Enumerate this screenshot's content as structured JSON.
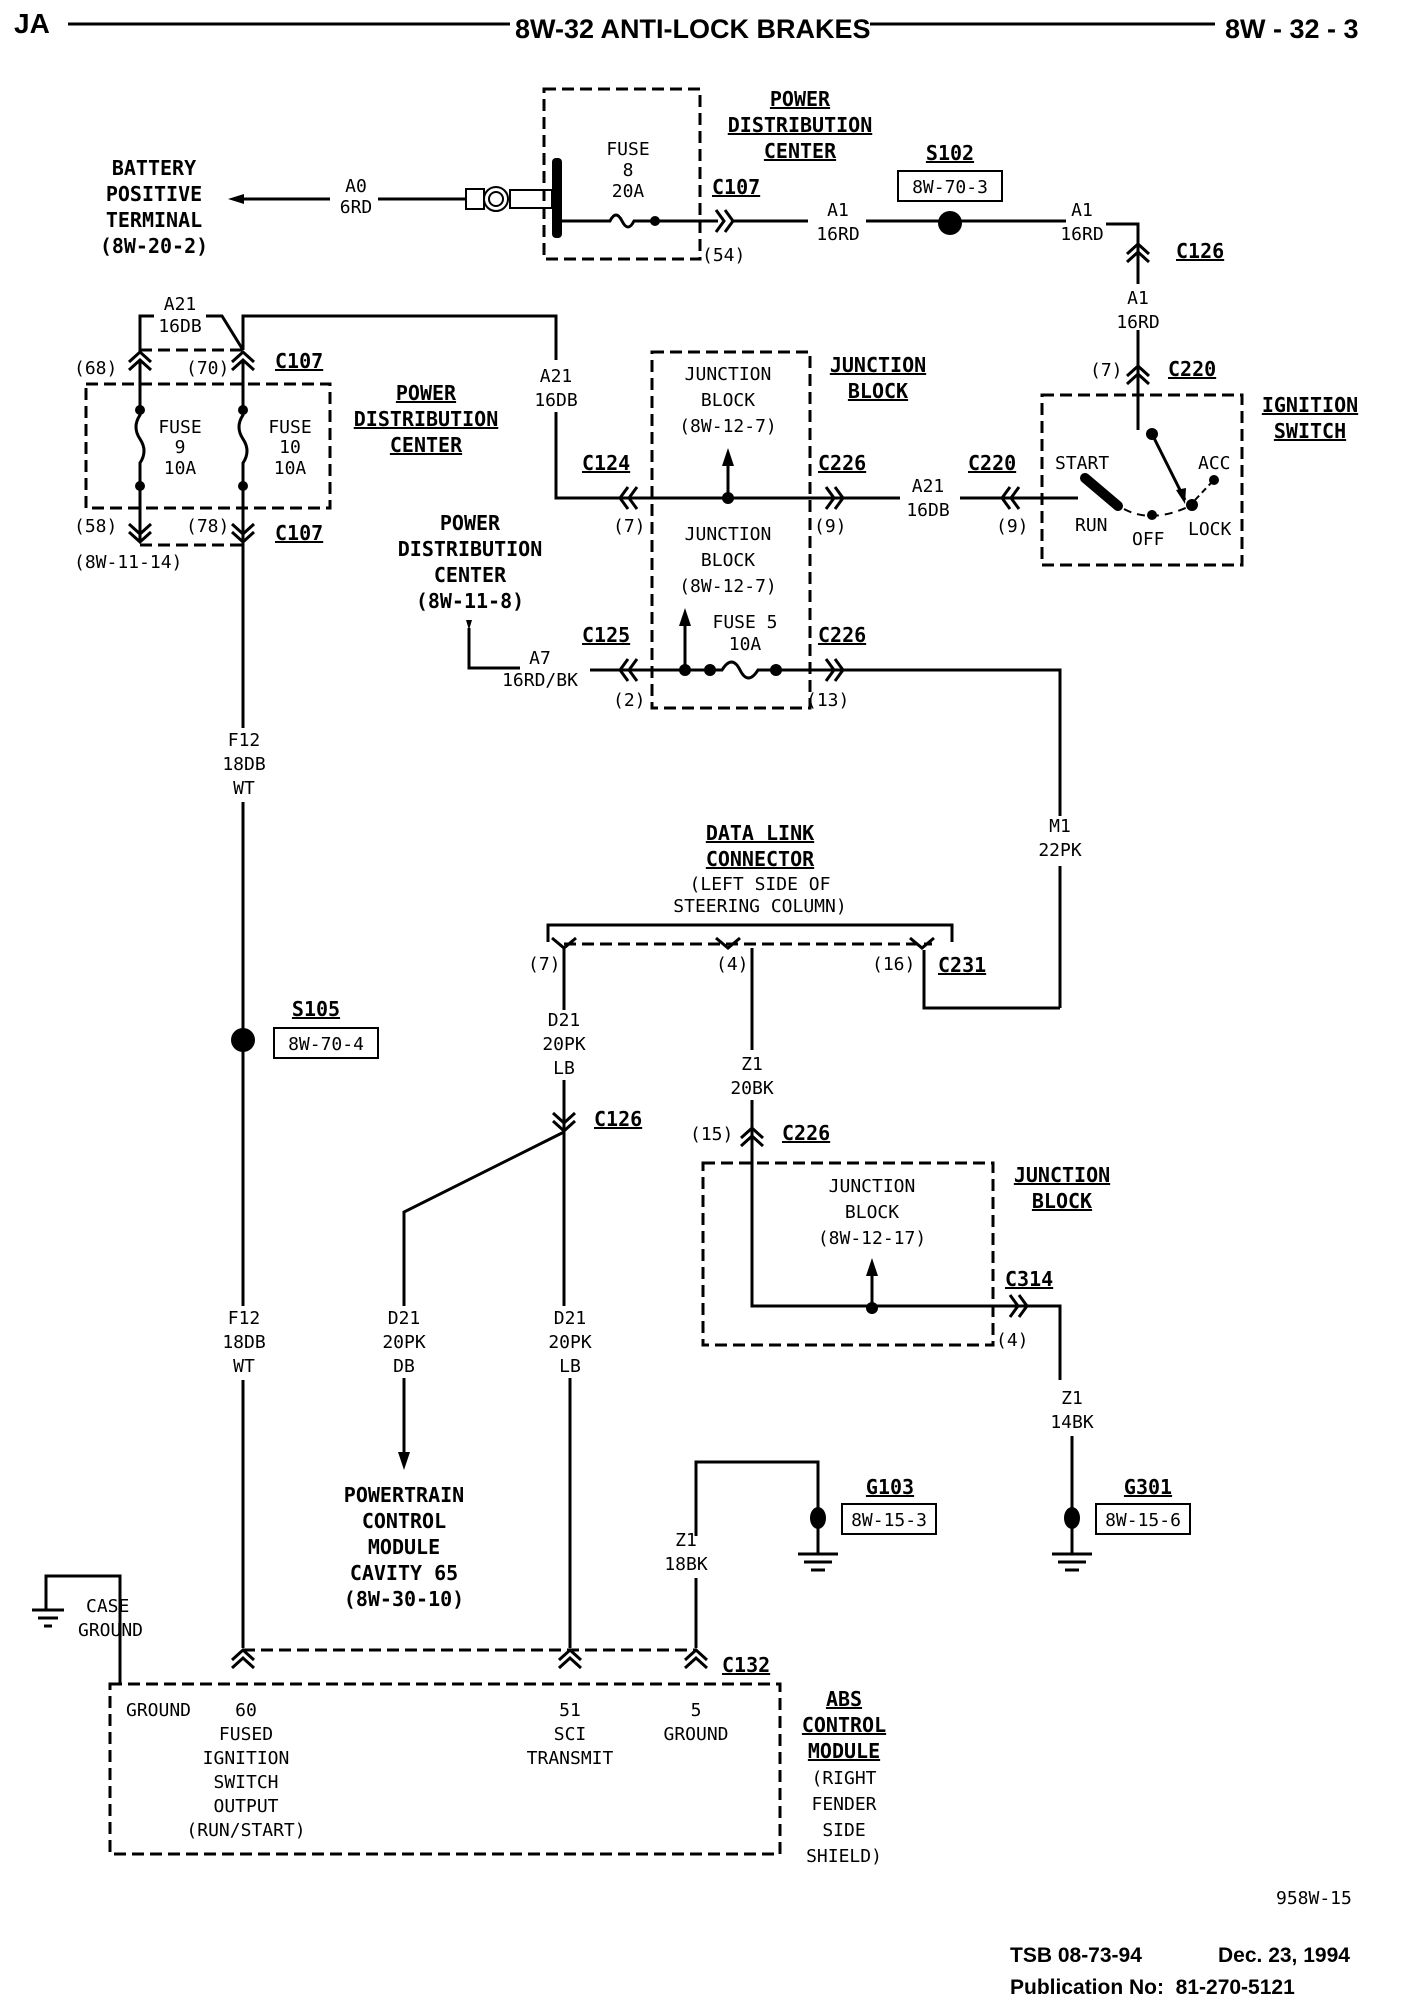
{
  "header": {
    "left": "JA",
    "title": "8W-32 ANTI-LOCK BRAKES",
    "page": "8W - 32 - 3"
  },
  "battery": {
    "lines": [
      "BATTERY",
      "POSITIVE",
      "TERMINAL",
      "(8W-20-2)"
    ],
    "wire": [
      "A0",
      "6RD"
    ]
  },
  "pdc_top": {
    "lines": [
      "POWER",
      "DISTRIBUTION",
      "CENTER"
    ],
    "fuse": [
      "FUSE",
      "8",
      "20A"
    ],
    "connector": "C107",
    "cavity": "(54)"
  },
  "wire_a1_1": [
    "A1",
    "16RD"
  ],
  "splice_s102": {
    "id": "S102",
    "ref": "8W-70-3"
  },
  "wire_a1_2": [
    "A1",
    "16RD"
  ],
  "c126_top": "C126",
  "wire_a1_3": [
    "A1",
    "16RD"
  ],
  "ignition": {
    "cavity": "(7)",
    "connector": "C220",
    "title": [
      "IGNITION",
      "SWITCH"
    ],
    "positions": [
      "START",
      "RUN",
      "OFF",
      "ACC",
      "LOCK"
    ]
  },
  "pdc_left": {
    "wire_top": [
      "A21",
      "16DB"
    ],
    "cav_top": [
      "(68)",
      "(70)"
    ],
    "conn_top": "C107",
    "fuse9": [
      "FUSE",
      "9",
      "10A"
    ],
    "fuse10": [
      "FUSE",
      "10",
      "10A"
    ],
    "cav_bot": [
      "(58)",
      "(78)"
    ],
    "conn_bot": "C107",
    "ref": "(8W-11-14)",
    "title": [
      "POWER",
      "DISTRIBUTION",
      "CENTER"
    ]
  },
  "wire_a21_mid": [
    "A21",
    "16DB"
  ],
  "junction_top": {
    "title": [
      "JUNCTION",
      "BLOCK"
    ],
    "box1": [
      "JUNCTION",
      "BLOCK",
      "(8W-12-7)"
    ],
    "box2": [
      "JUNCTION",
      "BLOCK",
      "(8W-12-7)"
    ],
    "c124": "C124",
    "c124_cav": "(7)",
    "c226a": "C226",
    "c226a_cav": "(9)",
    "c125": "C125",
    "c125_cav": "(2)",
    "c226b": "C226",
    "c226b_cav": "(13)",
    "fuse5": [
      "FUSE 5",
      "10A"
    ]
  },
  "wire_a21_right": [
    "A21",
    "16DB"
  ],
  "c220": {
    "id": "C220",
    "cav": "(9)"
  },
  "pdc_ref": {
    "lines": [
      "POWER",
      "DISTRIBUTION",
      "CENTER",
      "(8W-11-8)"
    ],
    "wire": [
      "A7",
      "16RD/BK"
    ]
  },
  "wire_f12_top": [
    "F12",
    "18DB",
    "WT"
  ],
  "wire_m1": [
    "M1",
    "22PK"
  ],
  "dlc": {
    "title": [
      "DATA LINK",
      "CONNECTOR"
    ],
    "sub": [
      "(LEFT SIDE OF",
      "STEERING COLUMN)"
    ],
    "cavs": [
      "(7)",
      "(4)",
      "(16)"
    ],
    "connector": "C231"
  },
  "splice_s105": {
    "id": "S105",
    "ref": "8W-70-4"
  },
  "wire_d21_lb_top": [
    "D21",
    "20PK",
    "LB"
  ],
  "wire_z1_20": [
    "Z1",
    "20BK"
  ],
  "c126_mid": "C126",
  "junction_bot": {
    "cav": "(15)",
    "connector": "C226",
    "box": [
      "JUNCTION",
      "BLOCK",
      "(8W-12-17)"
    ],
    "title": [
      "JUNCTION",
      "BLOCK"
    ],
    "c314": "C314",
    "c314_cav": "(4)"
  },
  "wire_f12_bot": [
    "F12",
    "18DB",
    "WT"
  ],
  "wire_d21_db": [
    "D21",
    "20PK",
    "DB"
  ],
  "wire_d21_lb_bot": [
    "D21",
    "20PK",
    "LB"
  ],
  "wire_z1_14": [
    "Z1",
    "14BK"
  ],
  "pcm": [
    "POWERTRAIN",
    "CONTROL",
    "MODULE",
    "CAVITY 65",
    "(8W-30-10)"
  ],
  "ground_g103": {
    "id": "G103",
    "ref": "8W-15-3"
  },
  "ground_g301": {
    "id": "G301",
    "ref": "8W-15-6"
  },
  "wire_z1_18": [
    "Z1",
    "18BK"
  ],
  "case_ground": [
    "CASE",
    "GROUND"
  ],
  "c132": "C132",
  "abs": {
    "pins": {
      "ground": "GROUND",
      "p60": [
        "60",
        "FUSED",
        "IGNITION",
        "SWITCH",
        "OUTPUT",
        "(RUN/START)"
      ],
      "p51": [
        "51",
        "SCI",
        "TRANSMIT"
      ],
      "p5": [
        "5",
        "GROUND"
      ]
    },
    "title": [
      "ABS",
      "CONTROL",
      "MODULE"
    ],
    "sub": [
      "(RIGHT",
      "FENDER",
      "SIDE",
      "SHIELD)"
    ]
  },
  "figure_id": "958W-15",
  "footer": {
    "tsb": "TSB 08-73-94",
    "date": "Dec. 23, 1994",
    "pub": "Publication No:  81-270-5121"
  }
}
